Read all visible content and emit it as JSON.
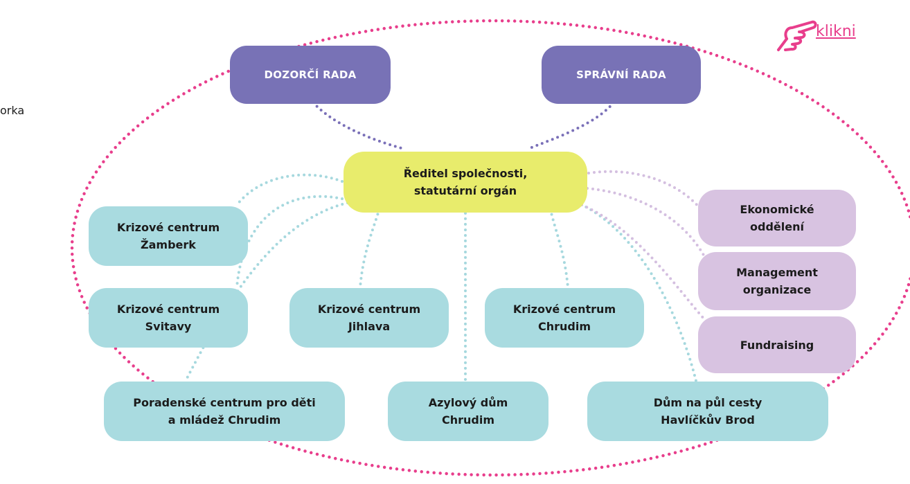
{
  "side_text": "orka",
  "click_label": "klikni",
  "colors": {
    "boundary": "#e83e8c",
    "board": "#7872b6",
    "board_connector": "#7a70b8",
    "director": "#e8ec6c",
    "unit": "#a9dbe0",
    "unit_connector": "#a6d8de",
    "dept": "#d8c3e1",
    "dept_connector": "#d4bfe0",
    "link": "#e83e8c"
  },
  "boards": {
    "supervisory": "DOZORČÍ RADA",
    "administrative": "SPRÁVNÍ RADA"
  },
  "director": "Ředitel společnosti,\nstatutární orgán",
  "units": {
    "zamberk": "Krizové centrum\nŽamberk",
    "svitavy": "Krizové centrum\nSvitavy",
    "jihlava": "Krizové centrum\nJihlava",
    "chrudim": "Krizové centrum\nChrudim",
    "poradenske": "Poradenské centrum pro děti\na mládež Chrudim",
    "azylovy": "Azylový dům\nChrudim",
    "dum": "Dům na půl cesty\nHavlíčkův Brod"
  },
  "departments": {
    "ekonomicke": "Ekonomické\noddělení",
    "management": "Management\norganizace",
    "fundraising": "Fundraising"
  }
}
